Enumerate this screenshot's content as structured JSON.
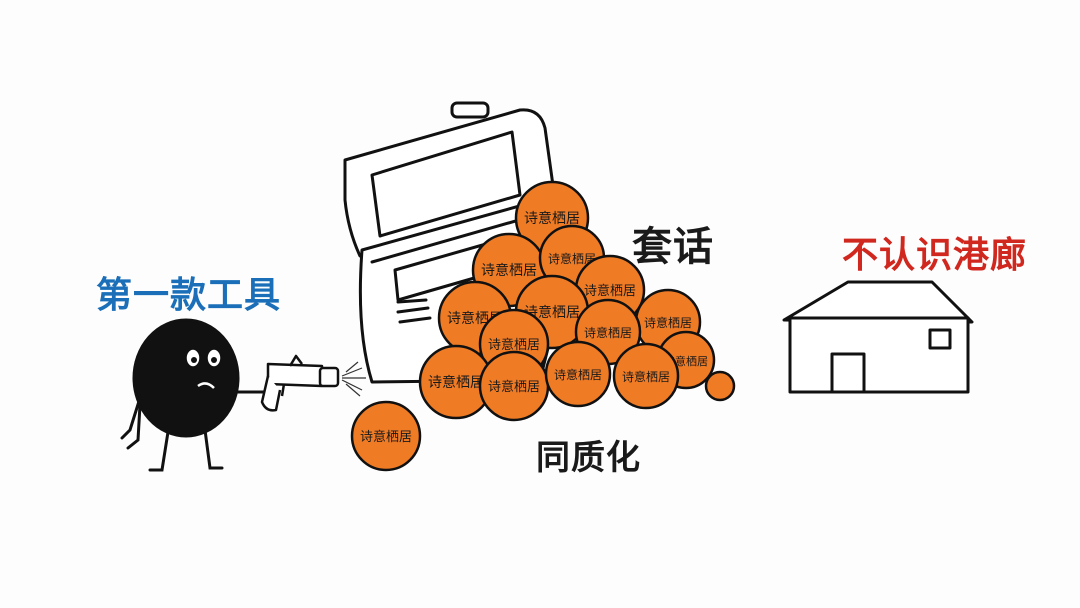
{
  "labels": {
    "tool": "第一款工具",
    "cliche": "套话",
    "gallery": "不认识港廊",
    "homogenization": "同质化"
  },
  "ball_text": "诗意栖居",
  "colors": {
    "ink": "#111111",
    "orange": "#f07b25",
    "tool_label": "#1a6fb8",
    "gallery_label": "#d0281f",
    "text_dark": "#1a1a1a"
  }
}
